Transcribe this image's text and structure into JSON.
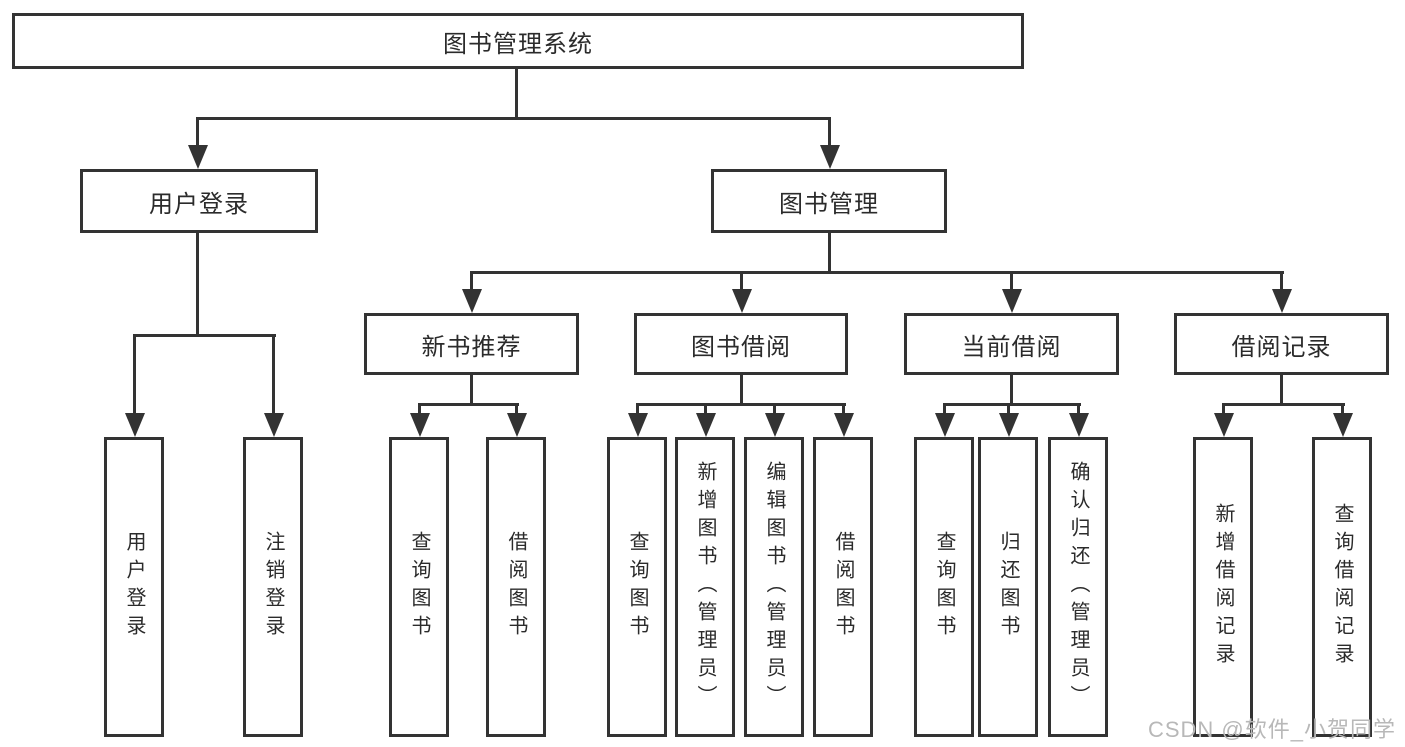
{
  "tree": {
    "root": {
      "label": "图书管理系统",
      "children": [
        {
          "label": "用户登录",
          "children": [
            {
              "label": "用户登录"
            },
            {
              "label": "注销登录"
            }
          ]
        },
        {
          "label": "图书管理",
          "children": [
            {
              "label": "新书推荐",
              "children": [
                {
                  "label": "查询图书"
                },
                {
                  "label": "借阅图书"
                }
              ]
            },
            {
              "label": "图书借阅",
              "children": [
                {
                  "label": "查询图书"
                },
                {
                  "label": "新增图书（管理员）"
                },
                {
                  "label": "编辑图书（管理员）"
                },
                {
                  "label": "借阅图书"
                }
              ]
            },
            {
              "label": "当前借阅",
              "children": [
                {
                  "label": "查询图书"
                },
                {
                  "label": "归还图书"
                },
                {
                  "label": "确认归还（管理员）"
                }
              ]
            },
            {
              "label": "借阅记录",
              "children": [
                {
                  "label": "新增借阅记录"
                },
                {
                  "label": "查询借阅记录"
                }
              ]
            }
          ]
        }
      ]
    }
  },
  "watermark": {
    "text": "CSDN @软件_小贺同学"
  },
  "colors": {
    "line": "#333333",
    "box_background": "#ffffff",
    "text": "#2b2b2b",
    "watermark": "#b8b8b8"
  }
}
